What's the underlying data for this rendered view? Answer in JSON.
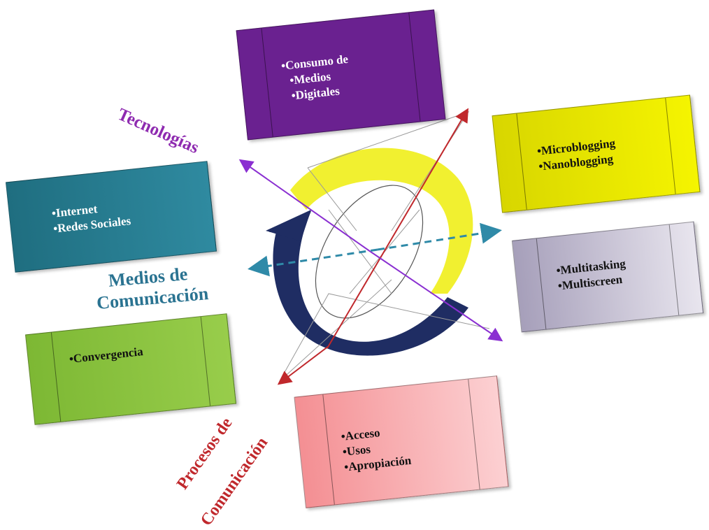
{
  "diagram": {
    "labels": {
      "tecnologias": "Tecnologías",
      "medios_line1": "Medios de",
      "medios_line2": "Comunicación",
      "procesos_line1": "Procesos de",
      "procesos_line2": "Comunicación"
    },
    "boxes": {
      "consumo": [
        "Consumo de",
        "Medios",
        "Digitales"
      ],
      "micro": [
        "Microblogging",
        "Nanoblogging"
      ],
      "multi": [
        "Multitasking",
        "Multiscreen"
      ],
      "acceso": [
        "Acceso",
        "Usos",
        "Apropiación"
      ],
      "convergencia": [
        "Convergencia"
      ],
      "internet": [
        "Internet",
        "Redes Sociales"
      ]
    },
    "colors": {
      "purple": "#6a2190",
      "yellow": "#e8e600",
      "lavender": "#c9c3d6",
      "pink": "#f7a9ab",
      "green": "#8cc43f",
      "teal": "#2c7b90",
      "navy": "#1f2d63",
      "red_arrow": "#c0282c",
      "violet_arrow": "#8a2fd1",
      "dashed_arrow": "#2f8aa8",
      "tecnologias_text": "#8e2ab0",
      "medios_text": "#2a7391",
      "procesos_text": "#c0282c"
    }
  }
}
